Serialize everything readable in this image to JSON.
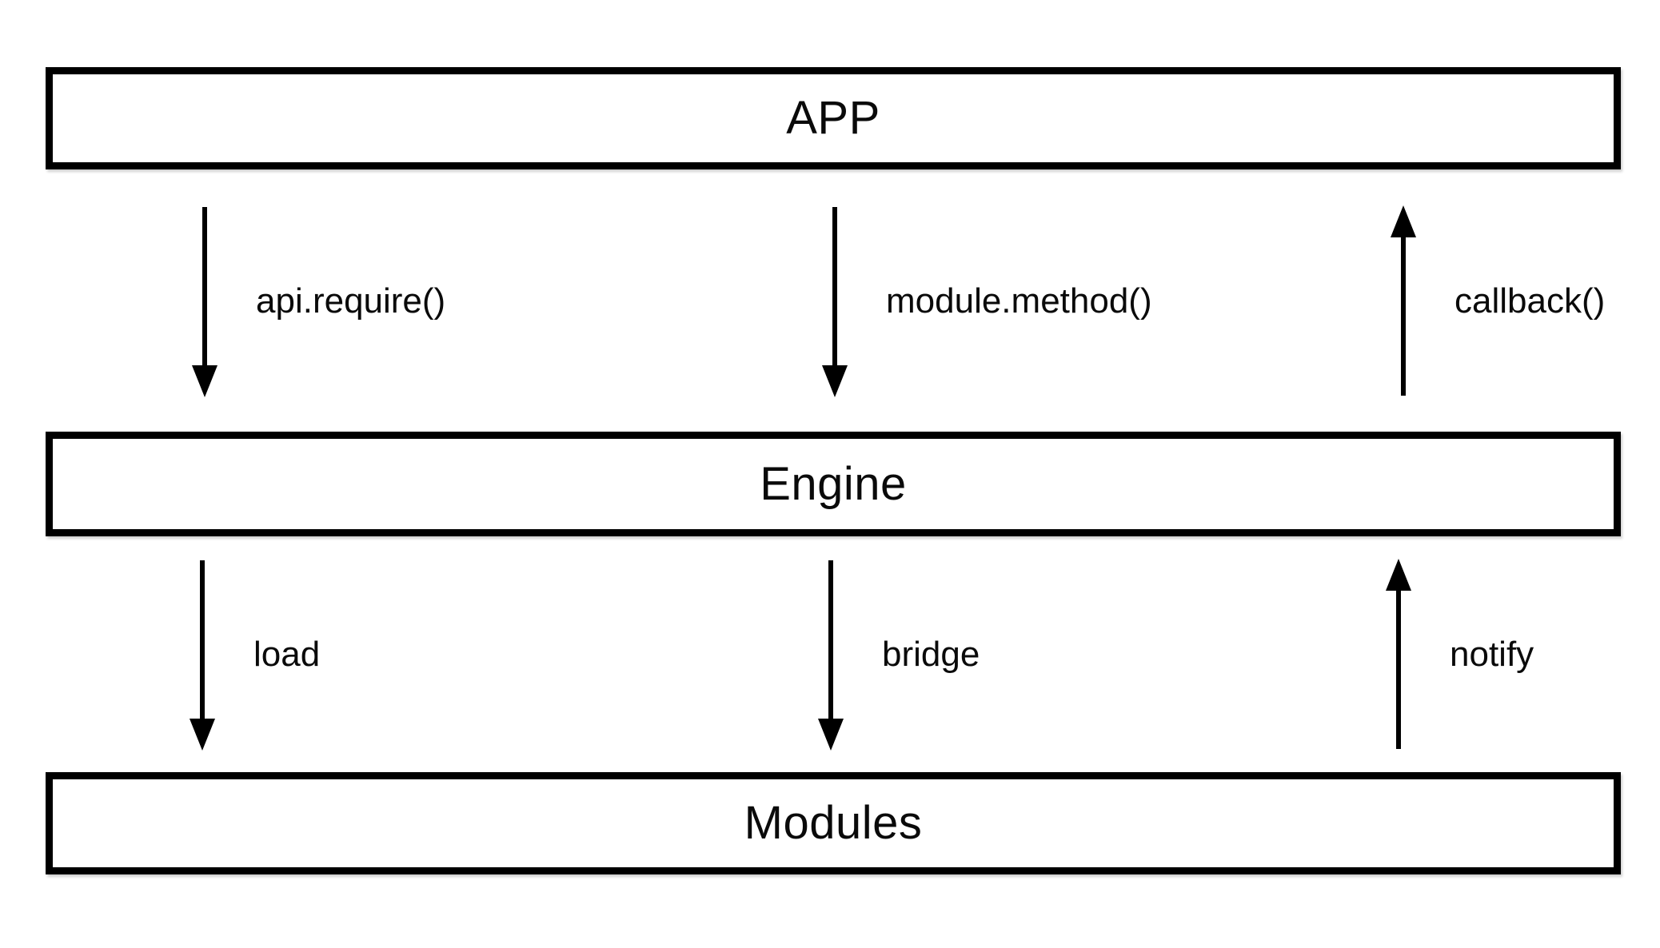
{
  "diagram": {
    "boxes": {
      "app": {
        "label": "APP"
      },
      "engine": {
        "label": "Engine"
      },
      "modules": {
        "label": "Modules"
      }
    },
    "connections": {
      "app_engine": [
        {
          "label": "api.require()",
          "direction": "down"
        },
        {
          "label": "module.method()",
          "direction": "down"
        },
        {
          "label": "callback()",
          "direction": "up"
        }
      ],
      "engine_modules": [
        {
          "label": "load",
          "direction": "down"
        },
        {
          "label": "bridge",
          "direction": "down"
        },
        {
          "label": "notify",
          "direction": "up"
        }
      ]
    },
    "colors": {
      "stroke": "#000000",
      "background": "#ffffff",
      "text": "#0a0a0a"
    }
  }
}
